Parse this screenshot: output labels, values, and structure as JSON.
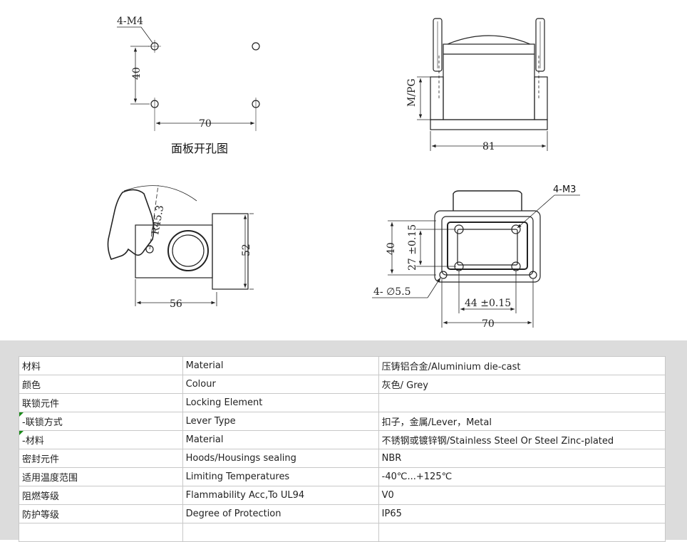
{
  "drawing": {
    "panel": {
      "hole_label": "4-M4",
      "dim_vertical": "40",
      "dim_horizontal": "70",
      "caption": "面板开孔图"
    },
    "front": {
      "thread_label": "M/PG",
      "dim_width": "81"
    },
    "side": {
      "radius_label": "R45.3",
      "dim_height": "52",
      "dim_width": "56"
    },
    "top": {
      "screw_label": "4-M3",
      "dim_outer_v": "40",
      "dim_inner_v": "27 ±0.15",
      "dim_inner_h": "44 ±0.15",
      "dim_outer_h": "70",
      "hole_label": "4- ∅5.5"
    }
  },
  "spec_table": {
    "rows": [
      {
        "cn": "材料",
        "en": "Material",
        "value": "压铸铝合金/Aluminium die-cast"
      },
      {
        "cn": "颜色",
        "en": "Colour",
        "value": "灰色/ Grey"
      },
      {
        "cn": "联锁元件",
        "en": "Locking Element",
        "value": ""
      },
      {
        "cn": " -联锁方式",
        "en": "Lever Type",
        "value": "扣子，金属/Lever，Metal"
      },
      {
        "cn": " -材料",
        "en": "Material",
        "value": "不锈钢或镀锌钢/Stainless Steel Or Steel Zinc-plated"
      },
      {
        "cn": "密封元件",
        "en": "Hoods/Housings sealing",
        "value": "NBR"
      },
      {
        "cn": "适用温度范围",
        "en": "Limiting Temperatures",
        "value": "-40℃...+125℃"
      },
      {
        "cn": "阻燃等级",
        "en": "Flammability Acc,To UL94",
        "value": "V0"
      },
      {
        "cn": "防护等级",
        "en": "Degree of Protection",
        "value": "IP65"
      },
      {
        "cn": "",
        "en": "",
        "value": ""
      }
    ]
  }
}
